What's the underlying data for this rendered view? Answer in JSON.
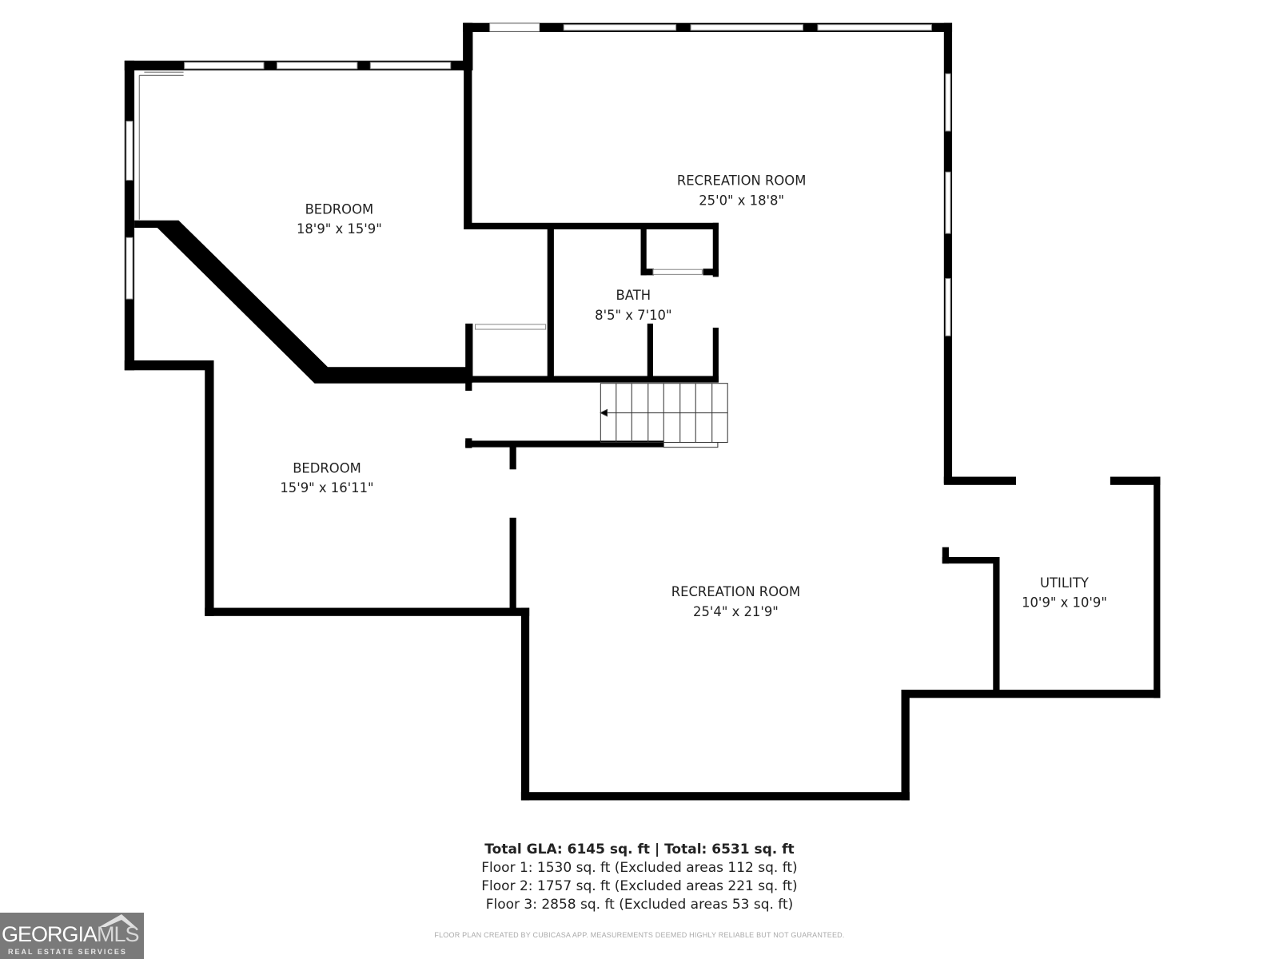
{
  "rooms": [
    {
      "name": "BEDROOM",
      "dims": "18'9\" x 15'9\""
    },
    {
      "name": "RECREATION ROOM",
      "dims": "25'0\" x 18'8\""
    },
    {
      "name": "BATH",
      "dims": "8'5\" x 7'10\""
    },
    {
      "name": "BEDROOM",
      "dims": "15'9\" x 16'11\""
    },
    {
      "name": "RECREATION ROOM",
      "dims": "25'4\" x 21'9\""
    },
    {
      "name": "UTILITY",
      "dims": "10'9\" x 10'9\""
    }
  ],
  "summary": {
    "total": "Total GLA: 6145 sq. ft | Total: 6531 sq. ft",
    "floors": [
      "Floor 1: 1530 sq. ft (Excluded areas 112 sq. ft)",
      "Floor 2: 1757 sq. ft (Excluded areas 221 sq. ft)",
      "Floor 3: 2858 sq. ft (Excluded areas 53 sq. ft)"
    ]
  },
  "disclaimer": "FLOOR PLAN CREATED BY CUBICASA APP. MEASUREMENTS DEEMED HIGHLY RELIABLE BUT NOT GUARANTEED.",
  "logo": {
    "brand_main": "GEORGIA",
    "brand_suffix": "MLS",
    "tagline": "REAL ESTATE SERVICES"
  },
  "colors": {
    "wall": "#000000",
    "background": "#ffffff",
    "logo_bg": "#7a7a7a"
  }
}
